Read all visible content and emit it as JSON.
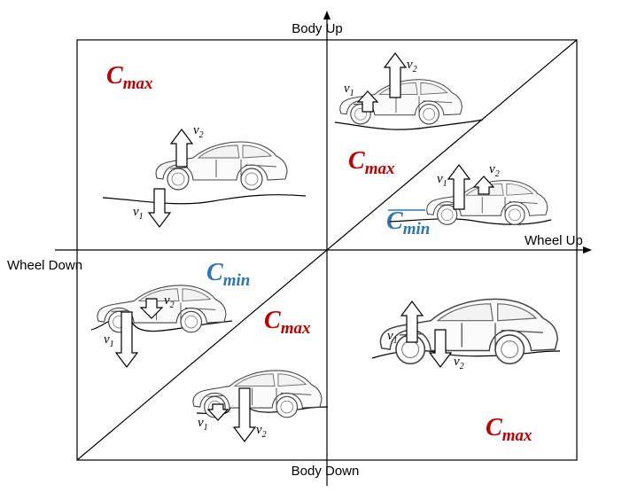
{
  "axes": {
    "top": "Body Up",
    "bottom": "Body Down",
    "left": "Wheel Down",
    "right": "Wheel Up"
  },
  "colors": {
    "cmax": "#c00000",
    "cmin": "#2e75b6"
  },
  "regions": {
    "top_left": {
      "base": "C",
      "sub": "max"
    },
    "mid_right": {
      "base": "C",
      "sub": "max"
    },
    "cmin_upper": {
      "base": "C",
      "sub": "min"
    },
    "cmin_lower": {
      "base": "C",
      "sub": "min"
    },
    "mid_lower": {
      "base": "C",
      "sub": "max"
    },
    "bottom_right": {
      "base": "C",
      "sub": "max"
    }
  },
  "velocity": {
    "body": {
      "base": "v",
      "sub": "2"
    },
    "wheel": {
      "base": "v",
      "sub": "1"
    }
  }
}
